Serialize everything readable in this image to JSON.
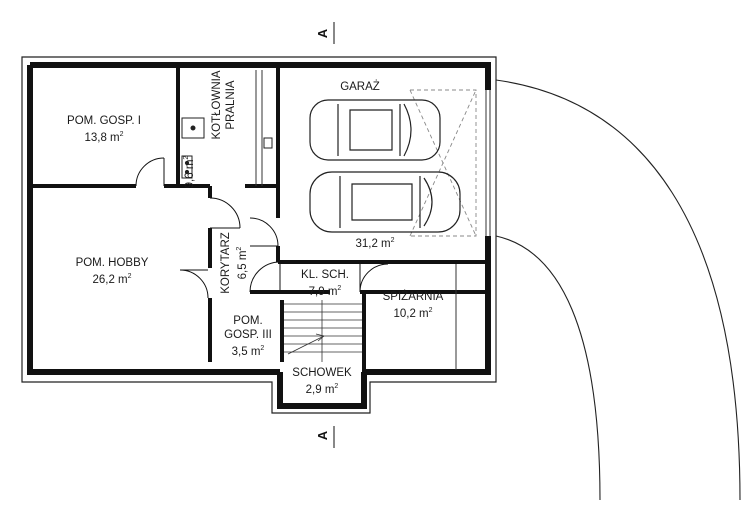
{
  "section_marker": "A",
  "rooms": [
    {
      "name": "POM. GOSP. I",
      "area": "13,8 m",
      "sup": "2"
    },
    {
      "name": "KOTŁOWNIA",
      "name2": "PRALNIA",
      "area": "9,6 m",
      "sup": "2"
    },
    {
      "name": "GARAŻ",
      "area": "31,2 m",
      "sup": "2"
    },
    {
      "name": "POM. HOBBY",
      "area": "26,2 m",
      "sup": "2"
    },
    {
      "name": "KORYTARZ",
      "area": "6,5 m",
      "sup": "2"
    },
    {
      "name": "KL. SCH.",
      "area": "7,9 m",
      "sup": "2"
    },
    {
      "name": "SPIŻARNIA",
      "area": "10,2 m",
      "sup": "2"
    },
    {
      "name": "POM.",
      "name2": "GOSP. III",
      "area": "3,5 m",
      "sup": "2"
    },
    {
      "name": "SCHOWEK",
      "area": "2,9 m",
      "sup": "2"
    }
  ]
}
